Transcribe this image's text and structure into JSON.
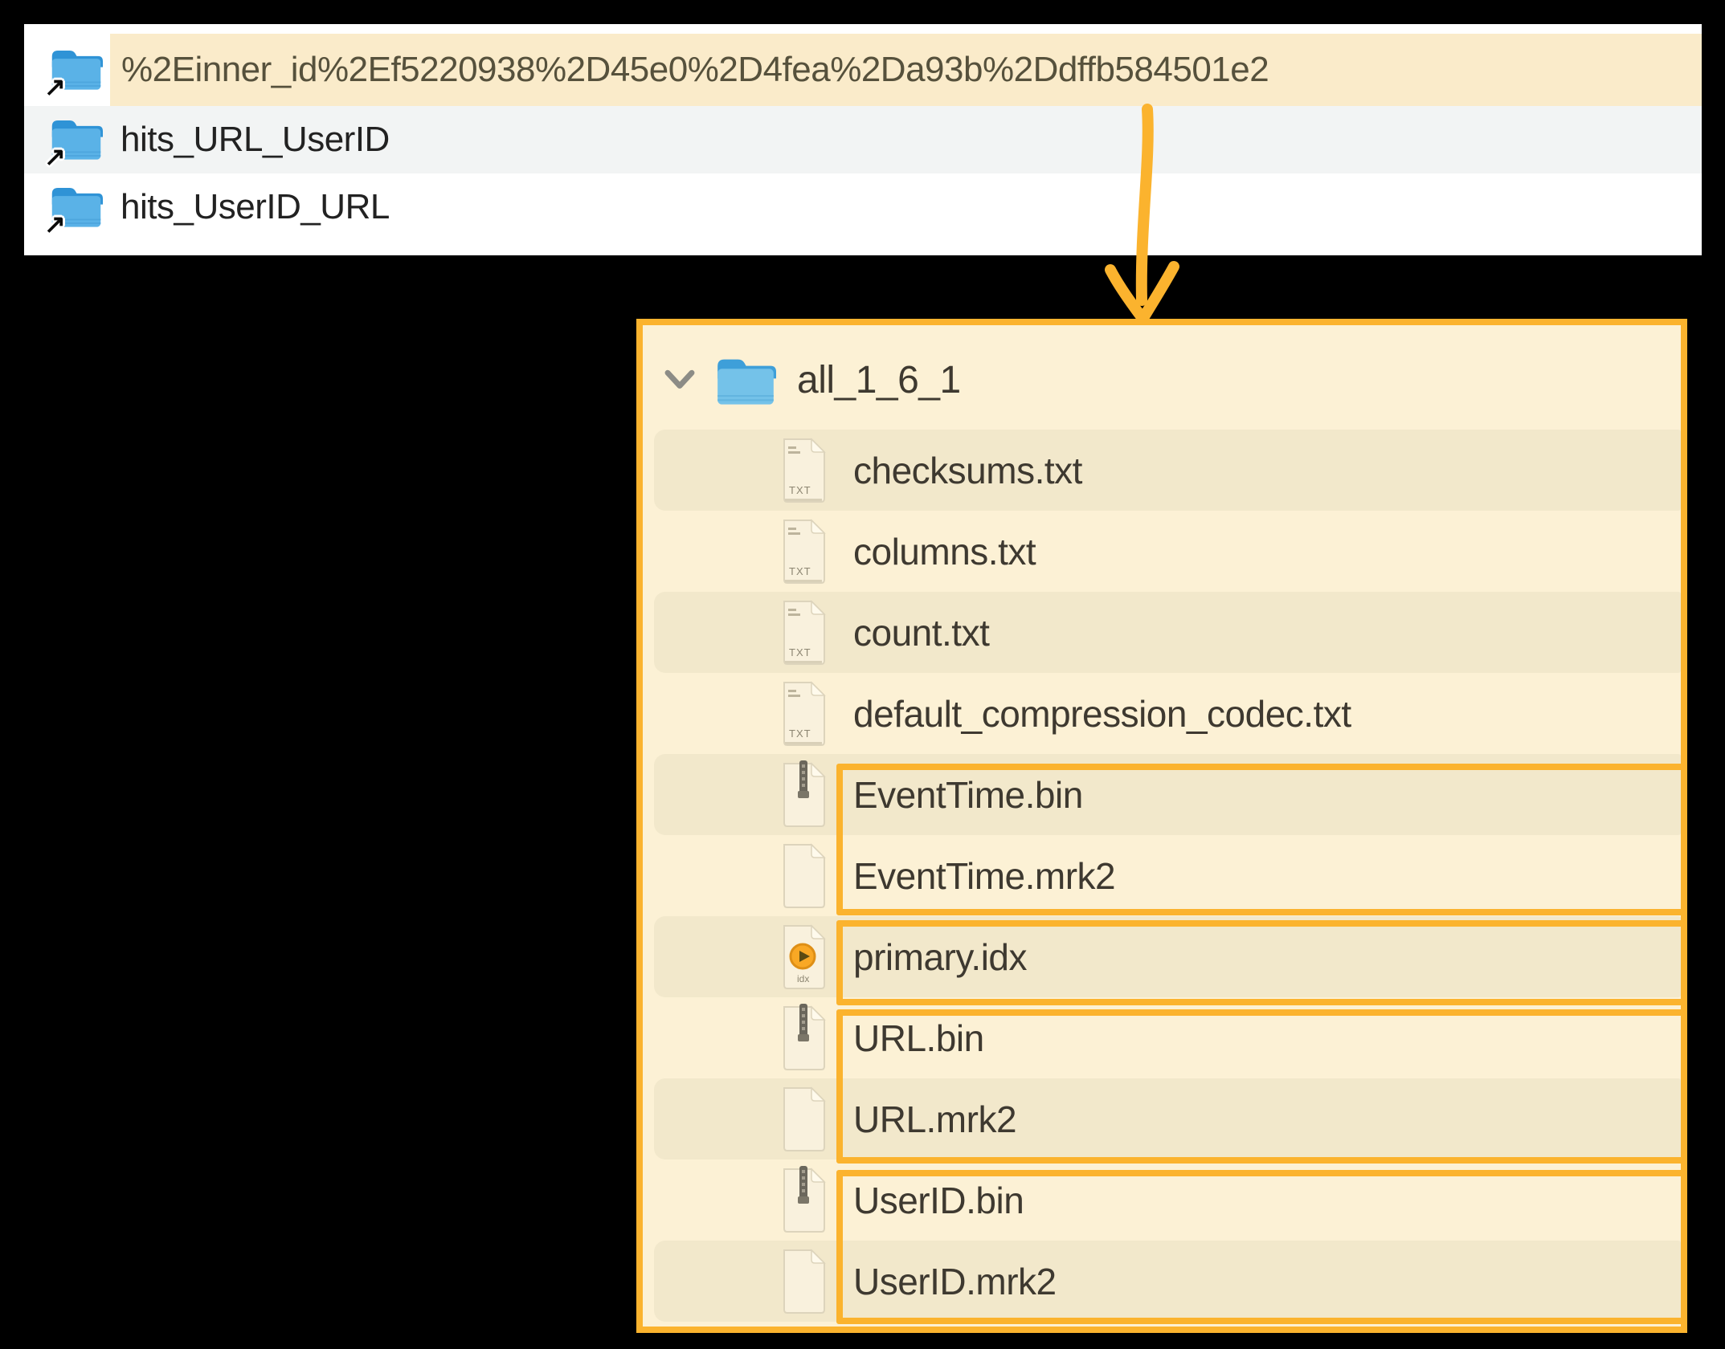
{
  "finder": {
    "rows": [
      {
        "name": "%2Einner_id%2Ef5220938%2D45e0%2D4fea%2Da93b%2Ddffb584501e2",
        "highlighted": true
      },
      {
        "name": "hits_URL_UserID",
        "highlighted": false
      },
      {
        "name": "hits_UserID_URL",
        "highlighted": false
      }
    ]
  },
  "panel": {
    "folder_name": "all_1_6_1",
    "files": [
      {
        "name": "checksums.txt",
        "icon": "txt-file-icon"
      },
      {
        "name": "columns.txt",
        "icon": "txt-file-icon"
      },
      {
        "name": "count.txt",
        "icon": "txt-file-icon"
      },
      {
        "name": "default_compression_codec.txt",
        "icon": "txt-file-icon"
      },
      {
        "name": "EventTime.bin",
        "icon": "bin-file-icon"
      },
      {
        "name": "EventTime.mrk2",
        "icon": "plain-file-icon"
      },
      {
        "name": "primary.idx",
        "icon": "idx-file-icon"
      },
      {
        "name": "URL.bin",
        "icon": "bin-file-icon"
      },
      {
        "name": "URL.mrk2",
        "icon": "plain-file-icon"
      },
      {
        "name": "UserID.bin",
        "icon": "bin-file-icon"
      },
      {
        "name": "UserID.mrk2",
        "icon": "plain-file-icon"
      }
    ]
  },
  "icons": {
    "txt_badge": "TXT",
    "idx_badge": "idx",
    "alias_arrow": "↗"
  },
  "annotation": {
    "accent_color": "#FBB32E",
    "highlight_color": "#FAEBCA"
  }
}
